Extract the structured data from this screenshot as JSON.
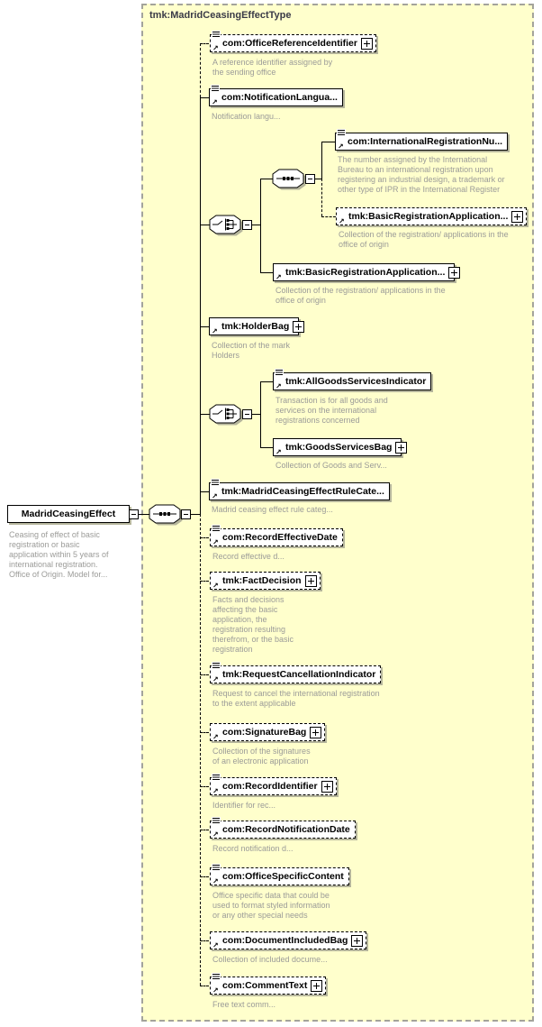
{
  "panel": {
    "title": "tmk:MadridCeasingEffectType"
  },
  "root": {
    "label": "MadridCeasingEffect",
    "desc": "Ceasing of effect of basic\nregistration or basic\napplication within 5 years of\ninternational registration.\nOffice of Origin. Model for..."
  },
  "connectors": {
    "root_compositor": "sequence",
    "choice1": "choice",
    "nested_sequence": "sequence",
    "choice2": "choice"
  },
  "icons": {
    "sequence": "octagon-with-dotted-line",
    "choice": "octagon-with-switch",
    "expand": "plus-box",
    "collapse": "minus-box",
    "annotation": "doc-lines",
    "global-reference": "ne-arrow"
  },
  "colors": {
    "panel_fill": "#ffffcc",
    "panel_border": "#a3a39b",
    "box_fill": "#ffffff",
    "box_border": "#000000",
    "shadow": "#b5b59c",
    "description_text": "#9b9b98",
    "title_text": "#3a3a47"
  },
  "elements": {
    "officeReferenceIdentifier": {
      "label": "com:OfficeReferenceIdentifier",
      "desc": "A reference identifier assigned by\nthe sending office",
      "optional": true,
      "expandable": true
    },
    "notificationLanguage": {
      "label": "com:NotificationLangua...",
      "desc": "Notification langu...",
      "optional": false,
      "expandable": false
    },
    "internationalRegistrationNumber": {
      "label": "com:InternationalRegistrationNu...",
      "desc": "The number assigned by the International\nBureau to an international registration upon\nregistering an industrial design, a trademark or\nother type of IPR in the International Register",
      "optional": false,
      "expandable": false
    },
    "basicRegistrationApplicationOptional": {
      "label": "tmk:BasicRegistrationApplication...",
      "desc": "Collection of the registration/ applications in the\noffice of origin",
      "optional": true,
      "expandable": true
    },
    "basicRegistrationApplication": {
      "label": "tmk:BasicRegistrationApplication...",
      "desc": "Collection of the registration/ applications in the\noffice of origin",
      "optional": false,
      "expandable": true
    },
    "holderBag": {
      "label": "tmk:HolderBag",
      "desc": "Collection of the mark\nHolders",
      "optional": false,
      "expandable": true
    },
    "allGoodsServicesIndicator": {
      "label": "tmk:AllGoodsServicesIndicator",
      "desc": "Transaction is for all goods and\nservices on the international\nregistrations concerned",
      "optional": false,
      "expandable": false
    },
    "goodsServicesBag": {
      "label": "tmk:GoodsServicesBag",
      "desc": "Collection of Goods and Serv...",
      "optional": false,
      "expandable": true
    },
    "madridCeasingEffectRuleCategory": {
      "label": "tmk:MadridCeasingEffectRuleCate...",
      "desc": "Madrid ceasing effect rule categ...",
      "optional": false,
      "expandable": false
    },
    "recordEffectiveDate": {
      "label": "com:RecordEffectiveDate",
      "desc": "Record effective d...",
      "optional": true,
      "expandable": false
    },
    "factDecision": {
      "label": "tmk:FactDecision",
      "desc": "Facts and decisions\naffecting the basic\napplication, the\nregistration resulting\ntherefrom, or the basic\nregistration",
      "optional": true,
      "expandable": true
    },
    "requestCancellationIndicator": {
      "label": "tmk:RequestCancellationIndicator",
      "desc": "Request to cancel the international registration\nto the extent applicable",
      "optional": true,
      "expandable": false
    },
    "signatureBag": {
      "label": "com:SignatureBag",
      "desc": "Collection of the signatures\nof an electronic application",
      "optional": true,
      "expandable": true
    },
    "recordIdentifier": {
      "label": "com:RecordIdentifier",
      "desc": "Identifier for rec...",
      "optional": true,
      "expandable": true
    },
    "recordNotificationDate": {
      "label": "com:RecordNotificationDate",
      "desc": "Record notification d...",
      "optional": true,
      "expandable": false
    },
    "officeSpecificContent": {
      "label": "com:OfficeSpecificContent",
      "desc": "Office specific data that could be\nused to format styled information\nor any other special needs",
      "optional": true,
      "expandable": false
    },
    "documentIncludedBag": {
      "label": "com:DocumentIncludedBag",
      "desc": "Collection of included docume...",
      "optional": true,
      "expandable": true
    },
    "commentText": {
      "label": "com:CommentText",
      "desc": "Free text comm...",
      "optional": true,
      "expandable": true
    }
  }
}
